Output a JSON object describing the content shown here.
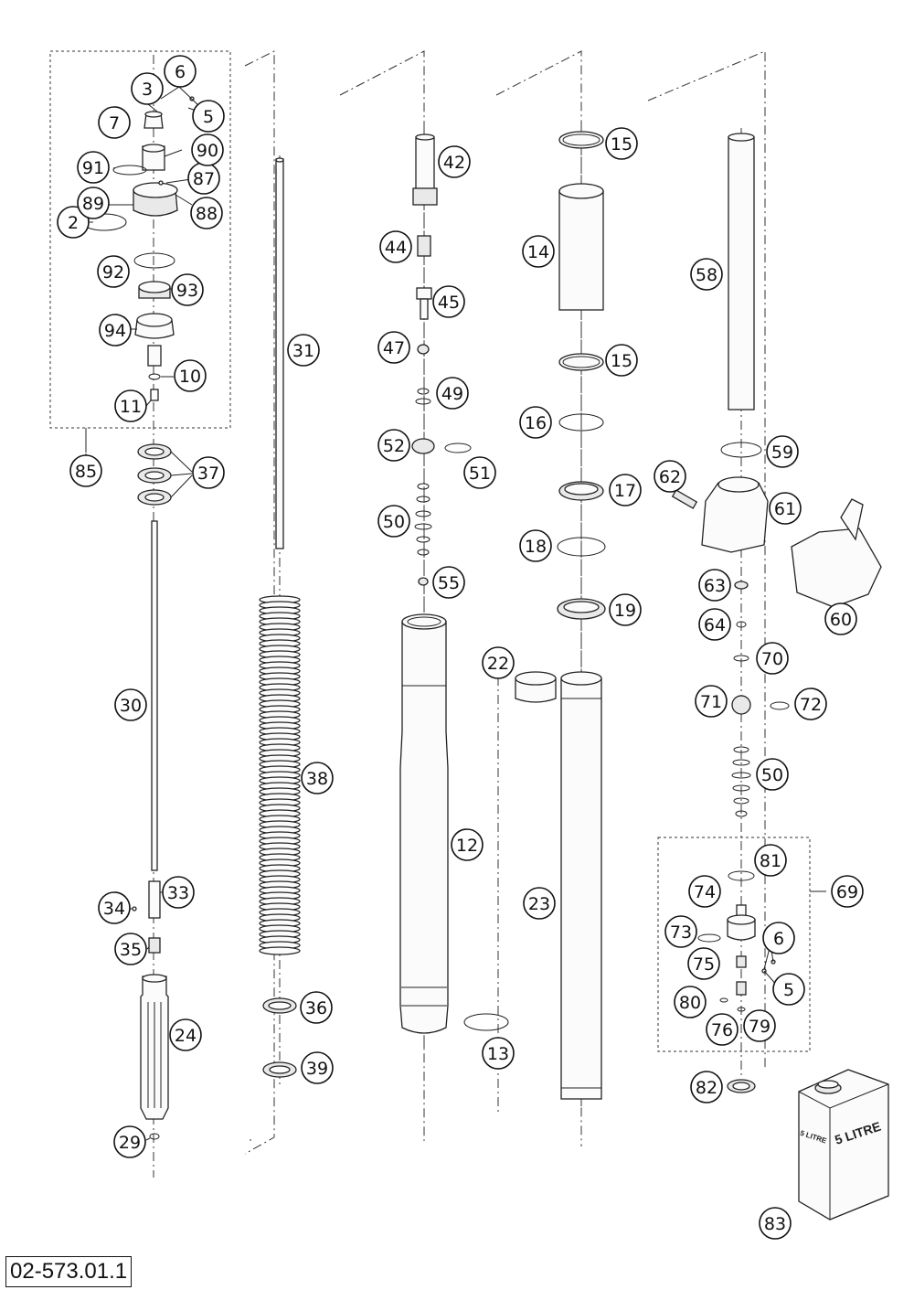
{
  "doc_code": "02-573.01.1",
  "callouts": [
    "2",
    "3",
    "5",
    "6",
    "7",
    "10",
    "11",
    "12",
    "13",
    "14",
    "15",
    "15",
    "16",
    "17",
    "18",
    "19",
    "22",
    "23",
    "24",
    "29",
    "30",
    "31",
    "33",
    "34",
    "35",
    "36",
    "37",
    "38",
    "39",
    "42",
    "44",
    "45",
    "47",
    "49",
    "50",
    "50",
    "51",
    "52",
    "55",
    "58",
    "59",
    "60",
    "61",
    "62",
    "63",
    "64",
    "69",
    "70",
    "71",
    "72",
    "73",
    "74",
    "75",
    "76",
    "79",
    "80",
    "5",
    "6",
    "81",
    "82",
    "83",
    "85",
    "87",
    "88",
    "89",
    "90",
    "91",
    "92",
    "93",
    "94"
  ],
  "oil_can": {
    "label_front": "5 LITRE",
    "label_side": "5 LITRE"
  }
}
